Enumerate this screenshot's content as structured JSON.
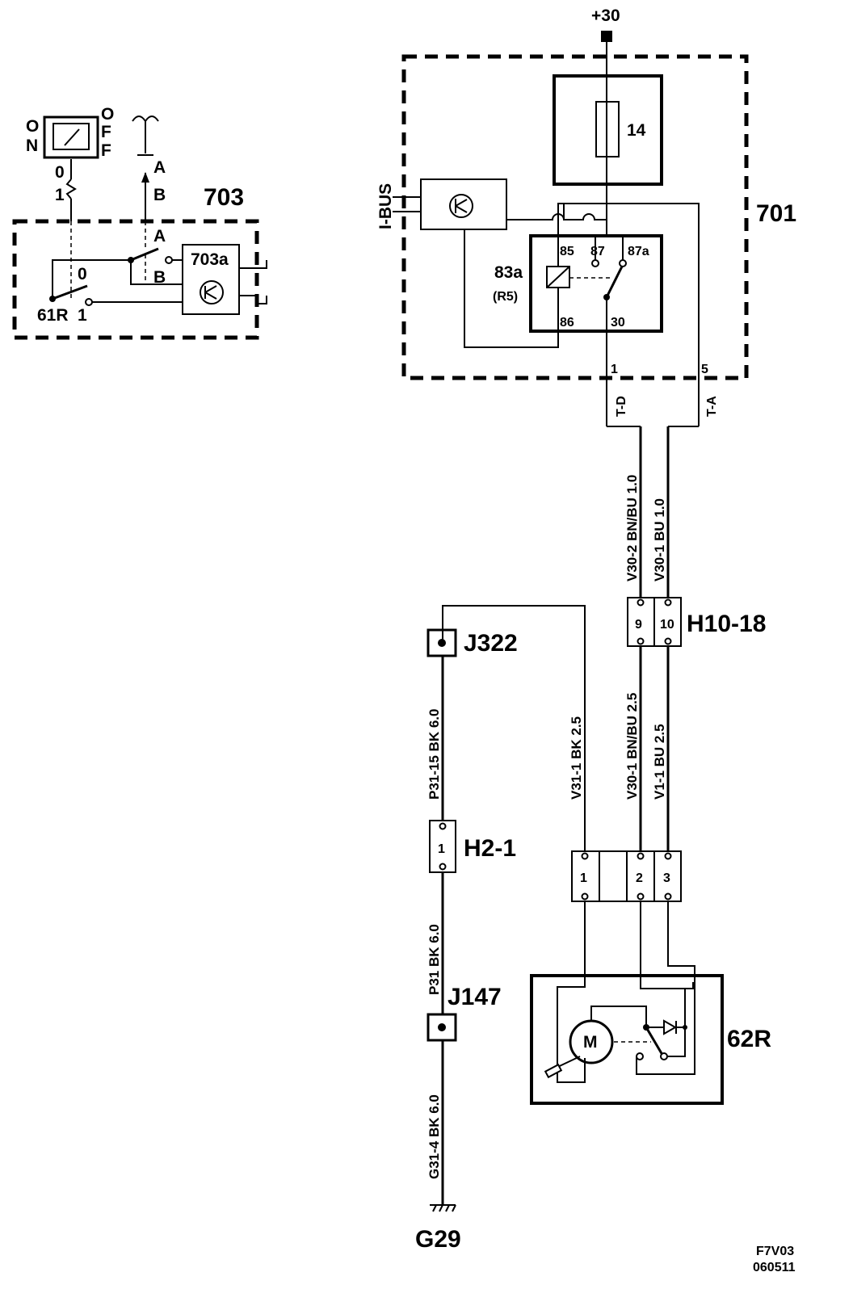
{
  "components": {
    "c701": "701",
    "c703": "703",
    "c703a": "703a",
    "c62r": "62R",
    "c61r": "61R",
    "fuse": "14",
    "relay": "83a",
    "relay_sub": "(R5)",
    "h10": "H10-18",
    "h2": "H2-1",
    "j322": "J322",
    "j147": "J147",
    "ground": "G29",
    "motor": "M"
  },
  "supply": "+30",
  "bus": "I-BUS",
  "relay_pins": {
    "p85": "85",
    "p87": "87",
    "p87a": "87a",
    "p86": "86",
    "p30": "30"
  },
  "pins_701": {
    "p1": "1",
    "p5": "5",
    "td": "T-D",
    "ta": "T-A"
  },
  "connector_h10": {
    "p9": "9",
    "p10": "10"
  },
  "connector_h2": {
    "p1": "1"
  },
  "connector_bottom": {
    "p1": "1",
    "p2": "2",
    "p3": "3"
  },
  "switch_703": {
    "on": "ON",
    "off": "OFF",
    "pos0": "0",
    "pos1": "1",
    "a": "A",
    "b": "B",
    "sw0": "0",
    "sw1": "1"
  },
  "wires": {
    "v30_2": "V30-2  BN/BU  1.0",
    "v30_1_top": "V30-1  BU  1.0",
    "v31_1": "V31-1  BK  2.5",
    "v30_1_bot": "V30-1  BN/BU  2.5",
    "v1_1": "V1-1  BU  2.5",
    "p31_15": "P31-15  BK  6.0",
    "p31": "P31  BK  6.0",
    "g31_4": "G31-4  BK  6.0"
  },
  "doc_code": "F7V03",
  "doc_date": "060511"
}
